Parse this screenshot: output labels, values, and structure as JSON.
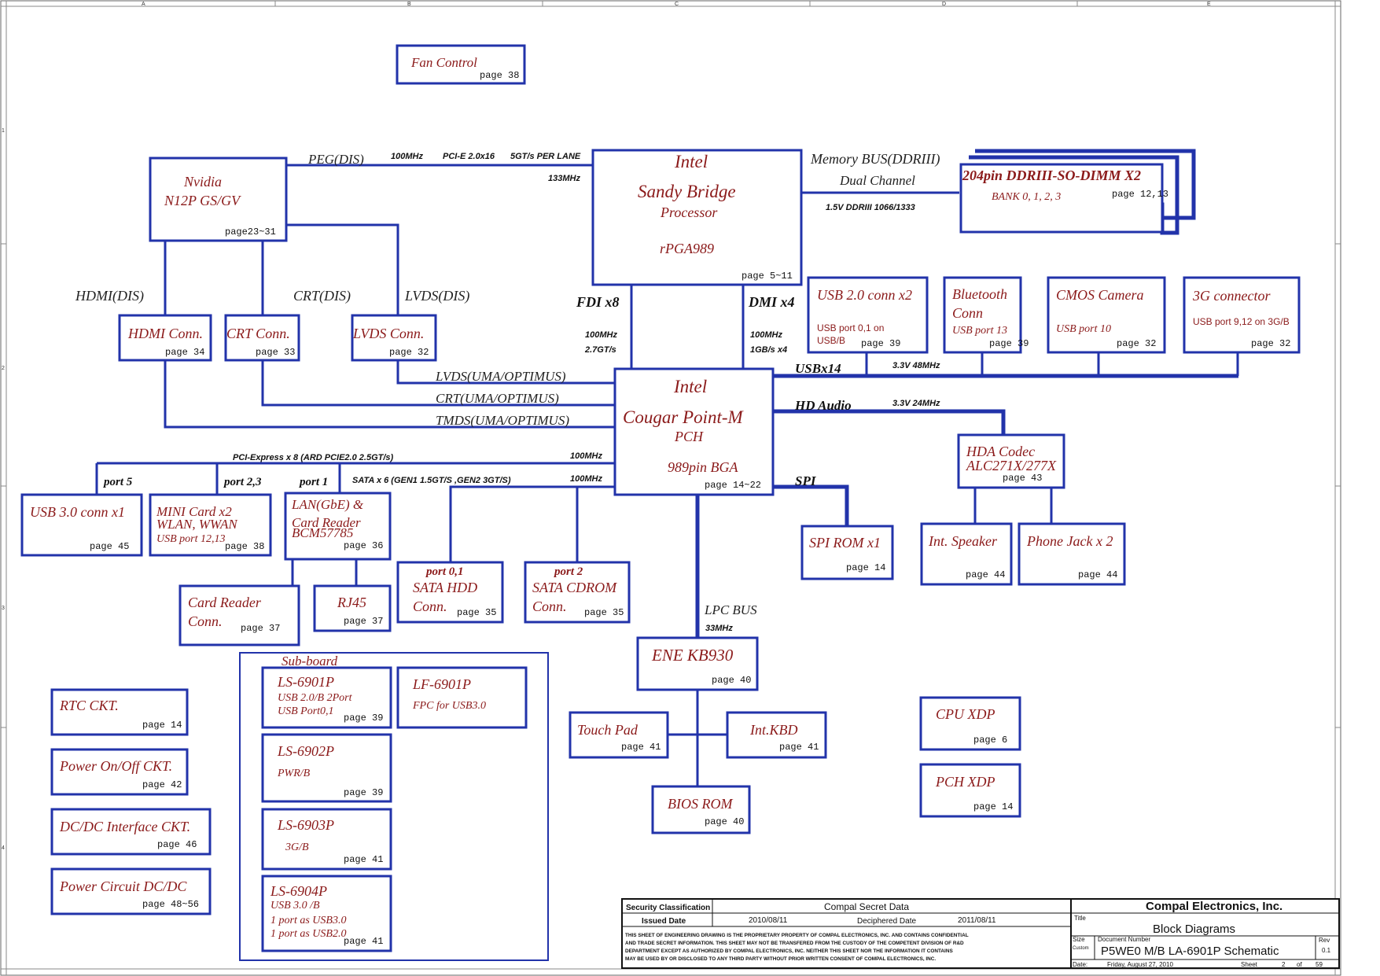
{
  "grid": {
    "cols": [
      "A",
      "B",
      "C",
      "D",
      "E"
    ],
    "rows": [
      "1",
      "2",
      "3",
      "4"
    ]
  },
  "blocks": {
    "fan": {
      "title": "Fan Control",
      "page": "page 38"
    },
    "cpu": {
      "line1": "Intel",
      "line2": "Sandy Bridge",
      "line3": "Processor",
      "line4": "rPGA989",
      "page": "page 5~11"
    },
    "gpu": {
      "line1": "Nvidia",
      "line2": "N12P GS/GV",
      "page": "page23~31"
    },
    "dimm": {
      "title": "204pin DDRIII-SO-DIMM X2",
      "sub": "BANK 0, 1, 2, 3",
      "page": "page 12,13"
    },
    "hdmi": {
      "title": "HDMI Conn.",
      "page": "page 34"
    },
    "crt": {
      "title": "CRT Conn.",
      "page": "page 33"
    },
    "lvds": {
      "title": "LVDS Conn.",
      "page": "page 32"
    },
    "usb20": {
      "title": "USB 2.0 conn x2",
      "sub1": "USB port 0,1 on",
      "sub2": "USB/B",
      "page": "page 39"
    },
    "bt": {
      "line1": "Bluetooth",
      "line2": "Conn",
      "sub": "USB port 13",
      "page": "page 39"
    },
    "cam": {
      "title": "CMOS Camera",
      "sub": "USB port 10",
      "page": "page 32"
    },
    "g3": {
      "title": "3G connector",
      "sub": "USB port 9,12 on 3G/B",
      "page": "page 32"
    },
    "pch": {
      "line1": "Intel",
      "line2": "Cougar Point-M",
      "line3": "PCH",
      "line4": "989pin BGA",
      "page": "page 14~22"
    },
    "hda": {
      "line1": "HDA Codec",
      "line2": "ALC271X/277X",
      "page": "page 43"
    },
    "usb30": {
      "title": "USB 3.0 conn x1",
      "page": "page 45"
    },
    "mini": {
      "line1": "MINI Card x2",
      "line2": "WLAN, WWAN",
      "sub": "USB port 12,13",
      "page": "page 38"
    },
    "lan": {
      "line1": "LAN(GbE) &",
      "line2": "Card Reader",
      "line3": "BCM57785",
      "page": "page 36"
    },
    "spirom": {
      "title": "SPI ROM x1",
      "page": "page 14"
    },
    "spk": {
      "title": "Int. Speaker",
      "page": "page 44"
    },
    "jack": {
      "title": "Phone Jack x 2",
      "page": "page 44"
    },
    "cardrd": {
      "line1": "Card Reader",
      "line2": "Conn.",
      "page": "page 37"
    },
    "rj45": {
      "title": "RJ45",
      "page": "page 37"
    },
    "sata0": {
      "port": "port 0,1",
      "line1": "SATA HDD",
      "line2": "Conn.",
      "page": "page 35"
    },
    "sata2": {
      "port": "port 2",
      "line1": "SATA CDROM",
      "line2": "Conn.",
      "page": "page 35"
    },
    "ene": {
      "title": "ENE KB930",
      "page": "page 40"
    },
    "tp": {
      "title": "Touch Pad",
      "page": "page 41"
    },
    "kbd": {
      "title": "Int.KBD",
      "page": "page 41"
    },
    "bios": {
      "title": "BIOS ROM",
      "page": "page 40"
    },
    "rtc": {
      "title": "RTC CKT.",
      "page": "page 14"
    },
    "pwr": {
      "title": "Power On/Off CKT.",
      "page": "page 42"
    },
    "dcdc": {
      "title": "DC/DC Interface CKT.",
      "page": "page 46"
    },
    "pcircuit": {
      "title": "Power Circuit DC/DC",
      "page": "page 48~56"
    },
    "cpuxdp": {
      "title": "CPU XDP",
      "page": "page 6"
    },
    "pchxdp": {
      "title": "PCH XDP",
      "page": "page 14"
    },
    "subboard": {
      "title": "Sub-board"
    },
    "ls6901": {
      "title": "LS-6901P",
      "sub1": "USB 2.0/B 2Port",
      "sub2": "USB Port0,1",
      "page": "page 39"
    },
    "lf6901": {
      "title": "LF-6901P",
      "sub": "FPC for USB3.0"
    },
    "ls6902": {
      "title": "LS-6902P",
      "sub": "PWR/B",
      "page": "page 39"
    },
    "ls6903": {
      "title": "LS-6903P",
      "sub": "3G/B",
      "page": "page 41"
    },
    "ls6904": {
      "title": "LS-6904P",
      "sub1": "USB 3.0 /B",
      "sub2": "1 port as USB3.0",
      "sub3": "1 port as USB2.0",
      "page": "page 41"
    }
  },
  "labels": {
    "peg": "PEG(DIS)",
    "peg_speed": "100MHz",
    "peg_bus": "PCI-E 2.0x16",
    "peg_rate": "5GT/s PER LANE",
    "cpu_clk": "133MHz",
    "mem1": "Memory BUS(DDRIII)",
    "mem2": "Dual Channel",
    "mem3": "1.5V DDRIII 1066/1333",
    "hdmi_dis": "HDMI(DIS)",
    "crt_dis": "CRT(DIS)",
    "lvds_dis": "LVDS(DIS)",
    "fdi": "FDI x8",
    "fdi_s1": "100MHz",
    "fdi_s2": "2.7GT/s",
    "dmi": "DMI x4",
    "dmi_s1": "100MHz",
    "dmi_s2": "1GB/s x4",
    "usbx14": "USBx14",
    "usb_clk": "3.3V 48MHz",
    "lvds_uma": "LVDS(UMA/OPTIMUS)",
    "crt_uma": "CRT(UMA/OPTIMUS)",
    "tmds_uma": "TMDS(UMA/OPTIMUS)",
    "hd_audio": "HD Audio",
    "hda_clk": "3.3V 24MHz",
    "pcie": "PCI-Express x 8  (ARD PCIE2.0 2.5GT/s)",
    "pcie_clk": "100MHz",
    "port5": "port 5",
    "port23": "port 2,3",
    "port1": "port 1",
    "sata": "SATA x 6 (GEN1 1.5GT/S ,GEN2 3GT/S)",
    "sata_clk": "100MHz",
    "spi": "SPI",
    "lpc": "LPC BUS",
    "lpc_clk": "33MHz"
  },
  "title_block": {
    "security_label": "Security Classification",
    "security_value": "Compal Secret Data",
    "issued_label": "Issued Date",
    "issued_value": "2010/08/11",
    "deciphered_label": "Deciphered Date",
    "deciphered_value": "2011/08/11",
    "notice1": "THIS SHEET OF ENGINEERING DRAWING IS THE PROPRIETARY PROPERTY OF COMPAL ELECTRONICS, INC. AND CONTAINS CONFIDENTIAL",
    "notice2": "AND TRADE SECRET INFORMATION. THIS SHEET MAY NOT BE TRANSFERED FROM THE CUSTODY OF THE COMPETENT DIVISION OF R&D",
    "notice3": "DEPARTMENT EXCEPT AS AUTHORIZED BY COMPAL ELECTRONICS, INC. NEITHER THIS SHEET NOR THE INFORMATION IT CONTAINS",
    "notice4": "MAY BE USED BY OR DISCLOSED TO ANY THIRD PARTY WITHOUT PRIOR WRITTEN CONSENT OF COMPAL ELECTRONICS, INC.",
    "company": "Compal Electronics, Inc.",
    "title_label": "Title",
    "title": "Block Diagrams",
    "size_label": "Size",
    "docnum_label": "Document Number",
    "custom_label": "Custom",
    "docnum": "P5WE0 M/B LA-6901P Schematic",
    "rev_label": "Rev",
    "rev": "0.1",
    "date_label": "Date:",
    "date": "Friday, August 27, 2010",
    "sheet_label": "Sheet",
    "sheet_num": "2",
    "of_label": "of",
    "sheet_total": "59"
  }
}
